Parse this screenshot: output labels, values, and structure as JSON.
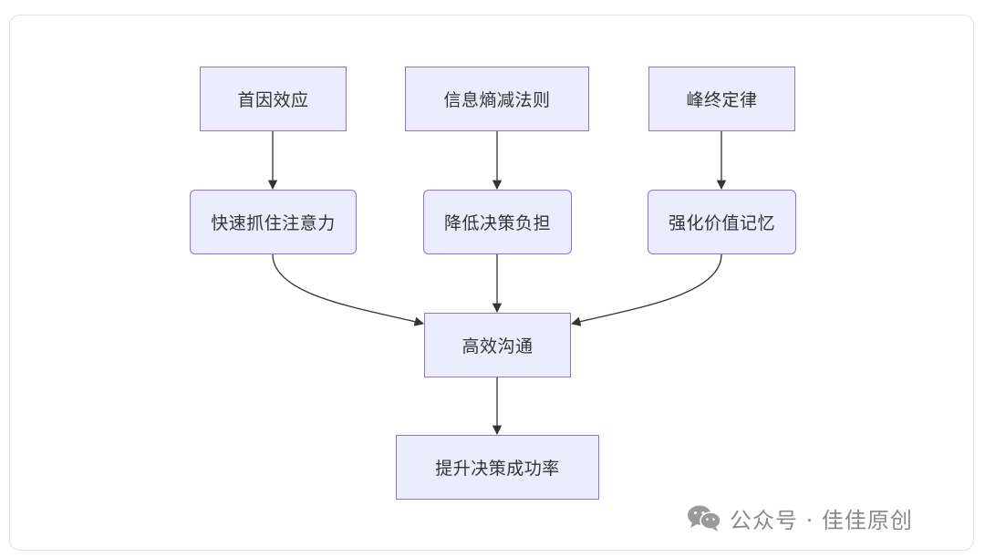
{
  "nodes": {
    "primacy": "首因效应",
    "entropy": "信息熵减法则",
    "peak_end": "峰终定律",
    "attention": "快速抓住注意力",
    "decision_load": "降低决策负担",
    "memory": "强化价值记忆",
    "efficient_comm": "高效沟通",
    "success": "提升决策成功率"
  },
  "edges": [
    {
      "from": "primacy",
      "to": "attention"
    },
    {
      "from": "entropy",
      "to": "decision_load"
    },
    {
      "from": "peak_end",
      "to": "memory"
    },
    {
      "from": "attention",
      "to": "efficient_comm"
    },
    {
      "from": "decision_load",
      "to": "efficient_comm"
    },
    {
      "from": "memory",
      "to": "efficient_comm"
    },
    {
      "from": "efficient_comm",
      "to": "success"
    }
  ],
  "watermark": {
    "text": "公众号 · 佳佳原创",
    "icon": "wechat-icon"
  },
  "colors": {
    "node_fill": "#ececff",
    "node_border": "#9370db",
    "edge": "#333333",
    "text": "#333333"
  }
}
